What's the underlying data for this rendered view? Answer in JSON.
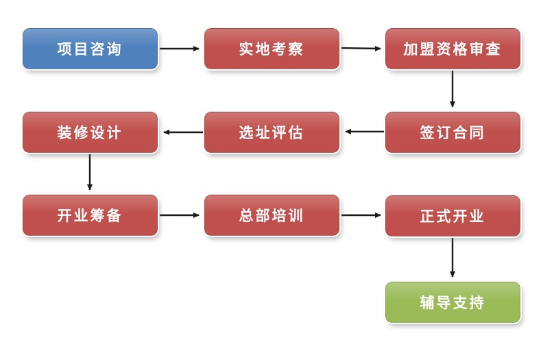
{
  "colors": {
    "blue": "#4F81BD",
    "red": "#C0504D",
    "green": "#9BBB59",
    "arrow": "#1A1A1A",
    "background": "#FFFFFF"
  },
  "nodes": [
    {
      "id": "project-consultation",
      "label": "项目咨询",
      "color": "#4F81BD"
    },
    {
      "id": "site-visit",
      "label": "实地考察",
      "color": "#C0504D"
    },
    {
      "id": "franchise-qualification-review",
      "label": "加盟资格审查",
      "color": "#C0504D"
    },
    {
      "id": "sign-contract",
      "label": "签订合同",
      "color": "#C0504D"
    },
    {
      "id": "site-selection-evaluation",
      "label": "选址评估",
      "color": "#C0504D"
    },
    {
      "id": "decoration-design",
      "label": "装修设计",
      "color": "#C0504D"
    },
    {
      "id": "opening-preparation",
      "label": "开业筹备",
      "color": "#C0504D"
    },
    {
      "id": "headquarters-training",
      "label": "总部培训",
      "color": "#C0504D"
    },
    {
      "id": "grand-opening",
      "label": "正式开业",
      "color": "#C0504D"
    },
    {
      "id": "guidance-support",
      "label": "辅导支持",
      "color": "#9BBB59"
    }
  ],
  "edges": [
    {
      "from": "project-consultation",
      "to": "site-visit",
      "direction": "right"
    },
    {
      "from": "site-visit",
      "to": "franchise-qualification-review",
      "direction": "right"
    },
    {
      "from": "franchise-qualification-review",
      "to": "sign-contract",
      "direction": "down"
    },
    {
      "from": "sign-contract",
      "to": "site-selection-evaluation",
      "direction": "left"
    },
    {
      "from": "site-selection-evaluation",
      "to": "decoration-design",
      "direction": "left"
    },
    {
      "from": "decoration-design",
      "to": "opening-preparation",
      "direction": "down"
    },
    {
      "from": "opening-preparation",
      "to": "headquarters-training",
      "direction": "right"
    },
    {
      "from": "headquarters-training",
      "to": "grand-opening",
      "direction": "right"
    },
    {
      "from": "grand-opening",
      "to": "guidance-support",
      "direction": "down"
    }
  ]
}
